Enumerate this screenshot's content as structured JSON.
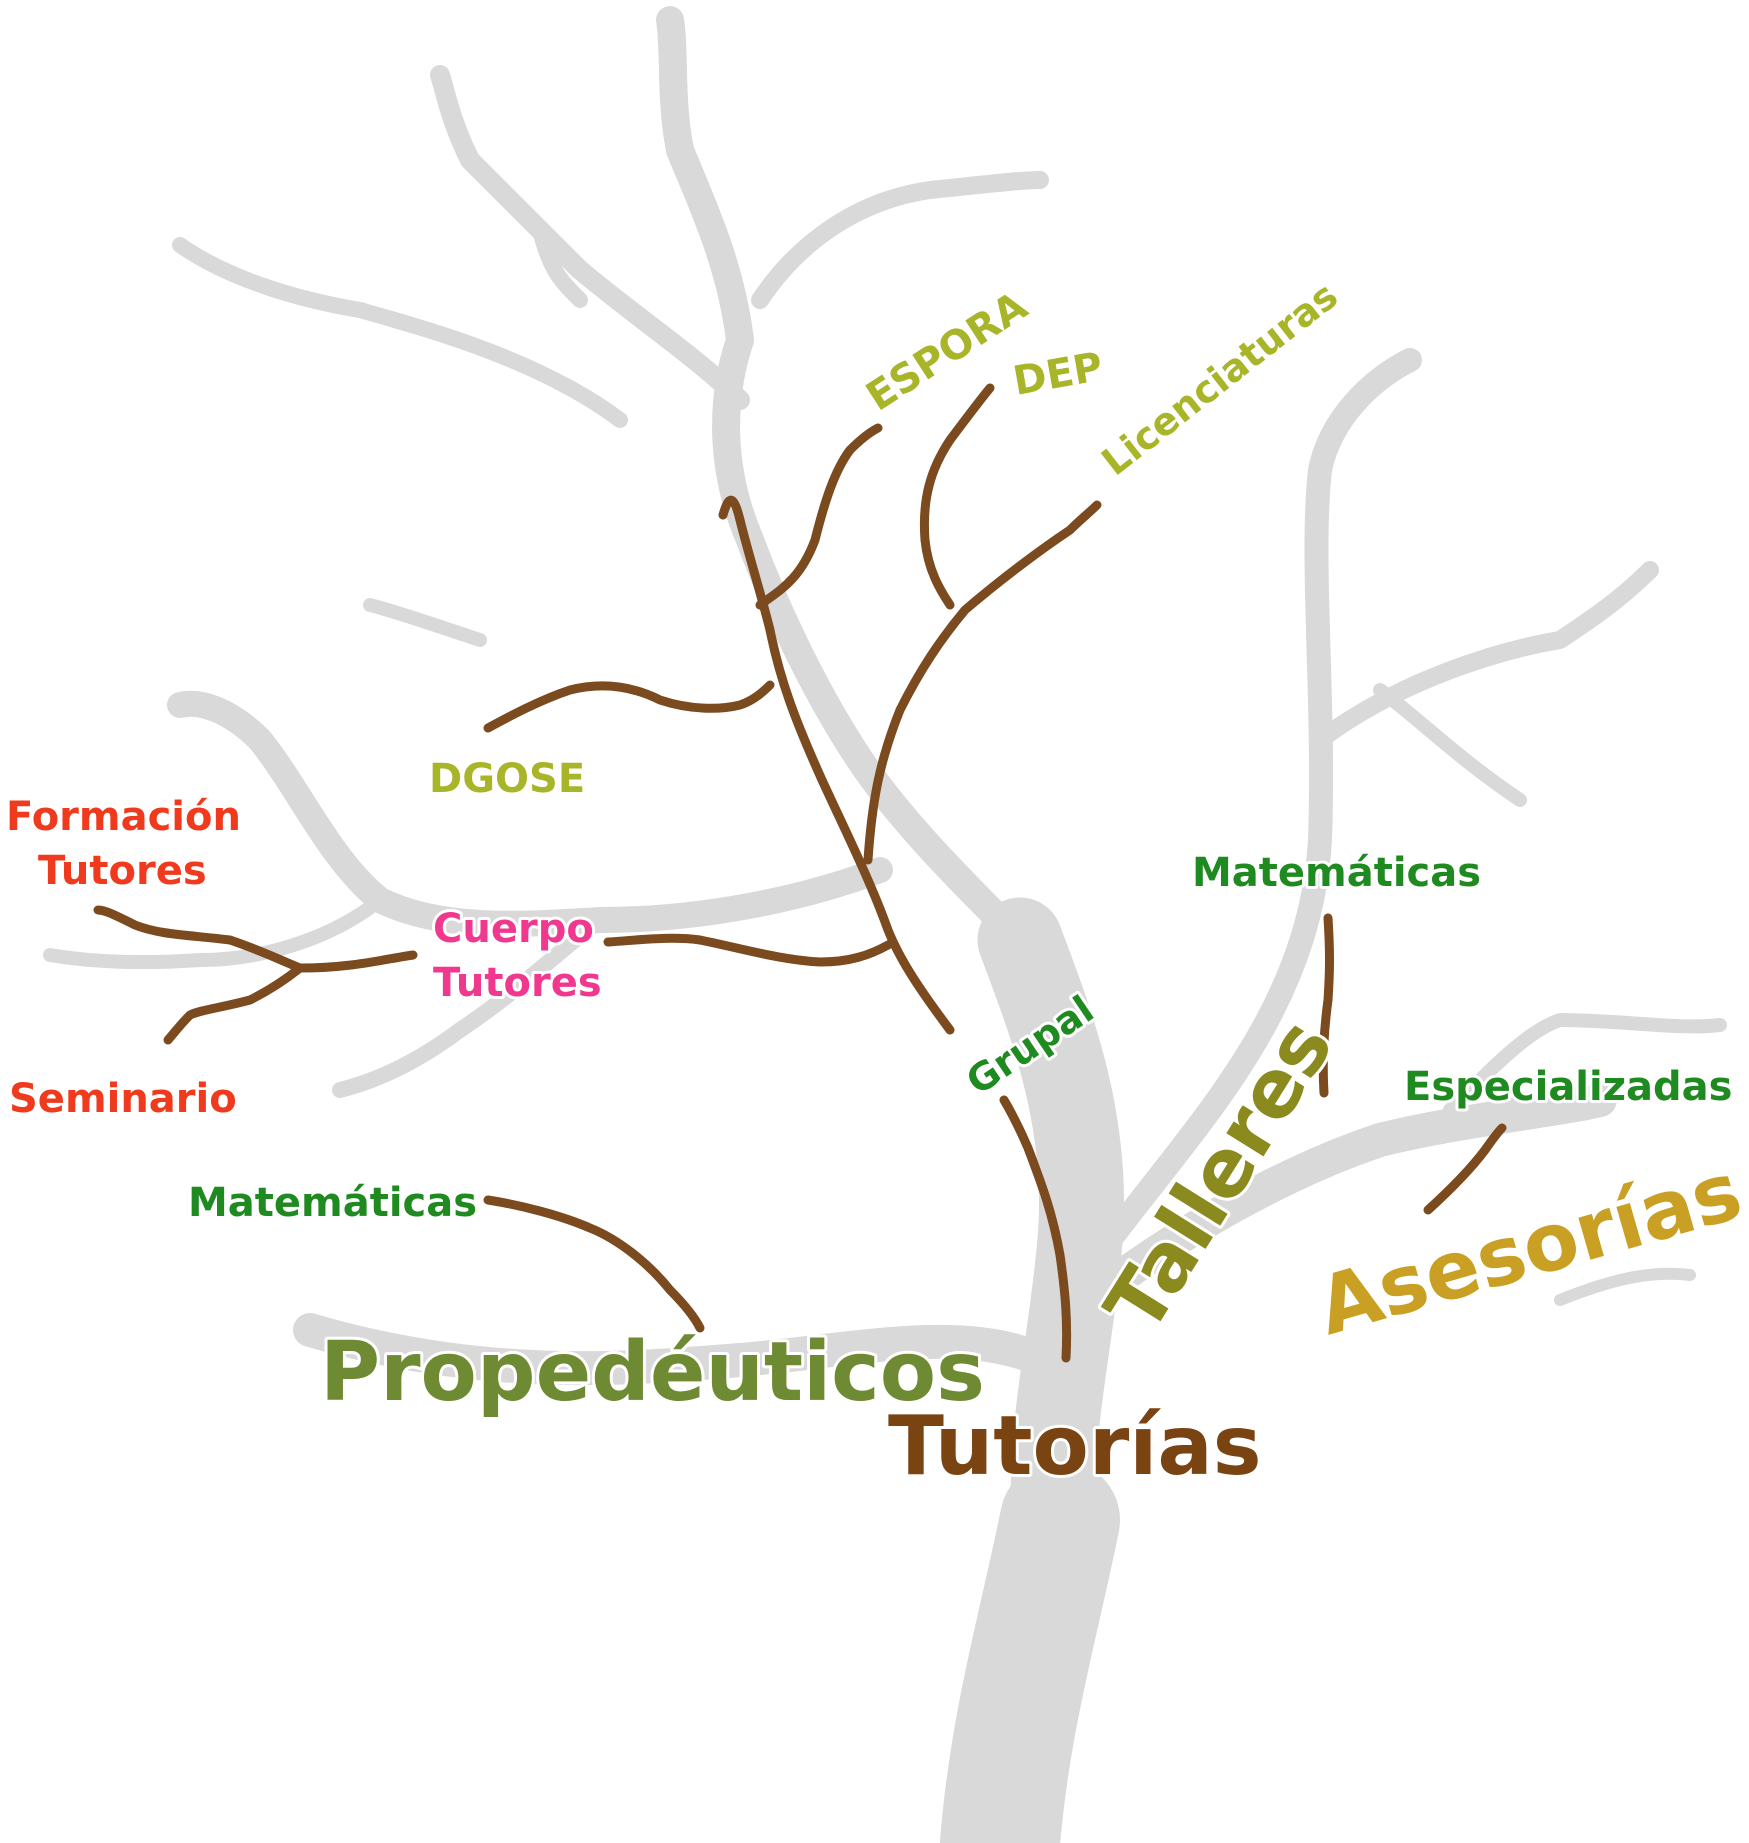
{
  "root": {
    "text": "Tutorías",
    "color": "#7a4312"
  },
  "branches": {
    "propedeuticos": {
      "text": "Propedéuticos",
      "color": "#6e8a32",
      "children": {
        "matematicas": {
          "text": "Matemáticas",
          "color": "#1f8a1f"
        }
      }
    },
    "talleres": {
      "text": "Talleres",
      "color": "#8a8a1e",
      "children": {
        "grupal": {
          "text": "Grupal",
          "color": "#1f8a1f"
        },
        "matematicas": {
          "text": "Matemáticas",
          "color": "#1f8a1f"
        }
      }
    },
    "asesorias": {
      "text": "Asesorías",
      "color": "#c9a024",
      "children": {
        "especializadas": {
          "text": "Especializadas",
          "color": "#1f8a1f"
        }
      }
    },
    "cuerpo_tutores": {
      "text_line1": "Cuerpo",
      "text_line2": "Tutores",
      "color": "#f0388f",
      "children": {
        "formacion_tutores": {
          "text_line1": "Formación",
          "text_line2": "Tutores",
          "color": "#f03a1e"
        },
        "seminario": {
          "text": "Seminario",
          "color": "#f03a1e"
        }
      }
    },
    "dgose": {
      "text": "DGOSE",
      "color": "#a8b528"
    },
    "espora": {
      "text": "ESPORA",
      "color": "#a8b528"
    },
    "dep": {
      "text": "DEP",
      "color": "#a8b528"
    },
    "licenciaturas": {
      "text": "Licenciaturas",
      "color": "#a8b528"
    }
  },
  "branch_line_color": "#7b4a1e",
  "tree_color": "#d9d9d9"
}
